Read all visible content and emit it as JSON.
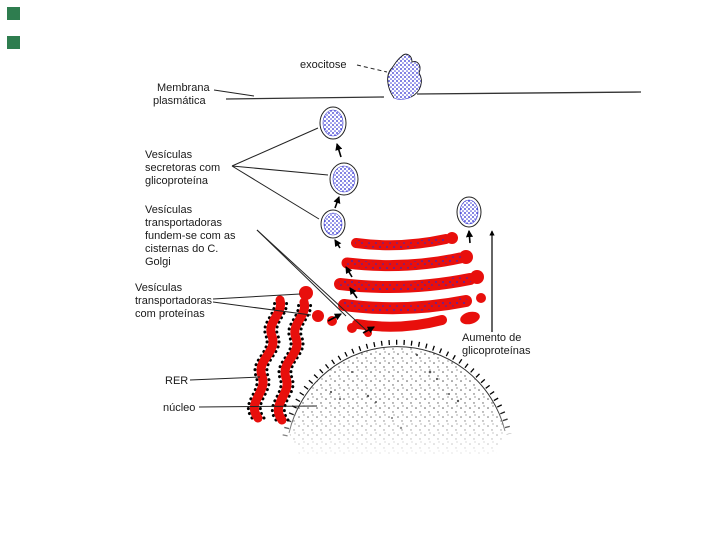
{
  "slide": {
    "background": "#ffffff",
    "accent_squares": {
      "color": "#2e7d4f",
      "count": 2
    }
  },
  "diagram": {
    "colors": {
      "organelle_red": "#e80f0c",
      "vesicle_blue": "#2a2ad0",
      "accent_green": "#2e7d4f",
      "ink": "#1a1a1a"
    },
    "labels": {
      "exocitose": "exocitose",
      "membrana_plasmatica": [
        "Membrana",
        "plasmática"
      ],
      "vesiculas_secretoras": [
        "Vesículas",
        "secretoras com",
        "glicoproteína"
      ],
      "vesiculas_transportadoras_golgi": [
        "Vesículas",
        "transportadoras",
        "fundem-se com as",
        "cisternas do C.",
        "Golgi"
      ],
      "vesiculas_transportadoras_proteinas": [
        "Vesículas",
        "transportadoras",
        "com proteínas"
      ],
      "rer": "RER",
      "nucleo": "núcleo",
      "aumento_glicoproteinas": [
        "Aumento de",
        "glicoproteínas"
      ]
    }
  }
}
